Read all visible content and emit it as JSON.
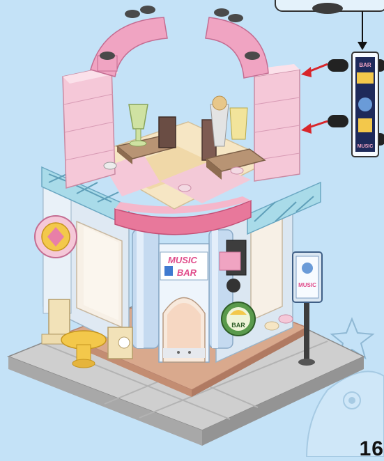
{
  "page": {
    "number": "16"
  },
  "colors": {
    "background": "#c4e2f7",
    "pink_light": "#f5c8d8",
    "pink_mid": "#f0a4c2",
    "pink_dark": "#e87fa8",
    "blue_trim": "#a9dbe9",
    "blue_light": "#d6ecf8",
    "cream": "#f6e6c4",
    "gray_base": "#bdbdbd",
    "tan_floor": "#d9a98d",
    "yellow": "#f3c84b",
    "green": "#5a9a4c",
    "red_arrow": "#d8262b"
  },
  "signs": {
    "music_bar": {
      "line1": "MUSIC",
      "line2": "BAR"
    },
    "round_green": {
      "text": "BAR"
    },
    "post_sign": {
      "text": "MUSIC"
    },
    "side_banner": {
      "top": "BAR",
      "bottom": "MUSIC"
    }
  },
  "icons": {
    "arrow": "red-arrow-icon",
    "callout": "callout-box-icon",
    "star": "star-outline-icon",
    "guitar": "guitar-icon",
    "disco": "disco-ball-icon"
  }
}
